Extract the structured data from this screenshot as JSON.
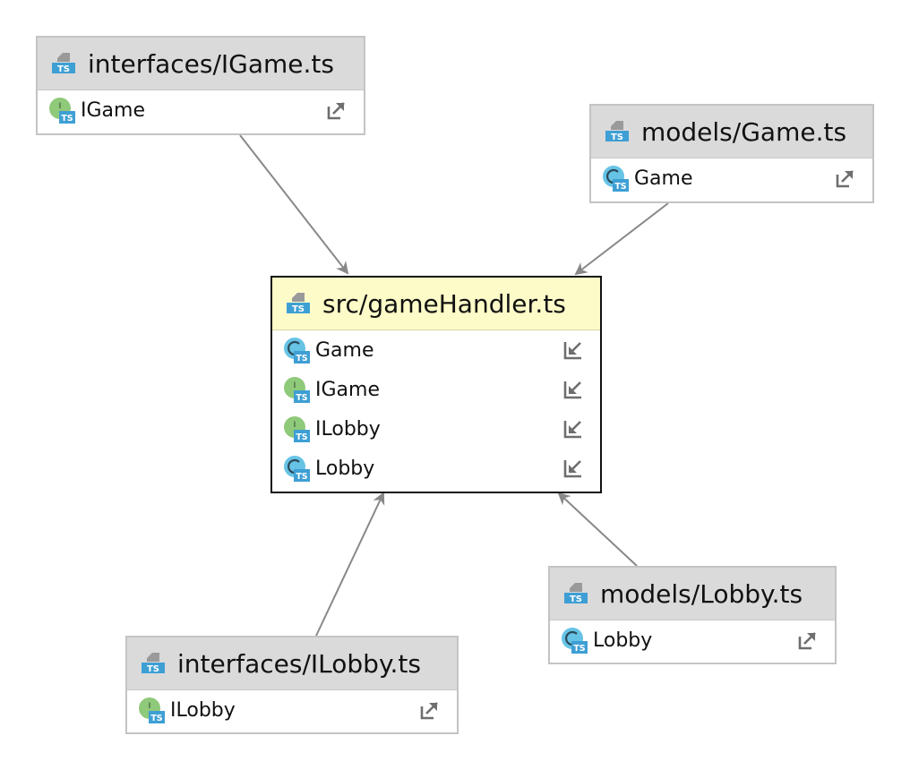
{
  "diagram": {
    "center": {
      "title": "src/gameHandler.ts",
      "items": [
        {
          "label": "Game",
          "kind": "class-icon"
        },
        {
          "label": "IGame",
          "kind": "interface-icon"
        },
        {
          "label": "ILobby",
          "kind": "interface-icon"
        },
        {
          "label": "Lobby",
          "kind": "class-icon"
        }
      ],
      "item_action": "import-arrow-icon"
    },
    "dependencies": [
      {
        "id": "igame",
        "title": "interfaces/IGame.ts",
        "item": {
          "label": "IGame",
          "kind": "interface-icon"
        },
        "item_action": "export-arrow-icon"
      },
      {
        "id": "game",
        "title": "models/Game.ts",
        "item": {
          "label": "Game",
          "kind": "class-icon"
        },
        "item_action": "export-arrow-icon"
      },
      {
        "id": "lobby",
        "title": "models/Lobby.ts",
        "item": {
          "label": "Lobby",
          "kind": "class-icon"
        },
        "item_action": "export-arrow-icon"
      },
      {
        "id": "ilobby",
        "title": "interfaces/ILobby.ts",
        "item": {
          "label": "ILobby",
          "kind": "interface-icon"
        },
        "item_action": "export-arrow-icon"
      }
    ],
    "colors": {
      "header": "#dadada",
      "focus_header": "#fdfbc8",
      "edge": "#888888",
      "ts_badge": "#3e9fd4",
      "class_circle": "#67c3e6",
      "interface_circle": "#8fc97a"
    }
  }
}
